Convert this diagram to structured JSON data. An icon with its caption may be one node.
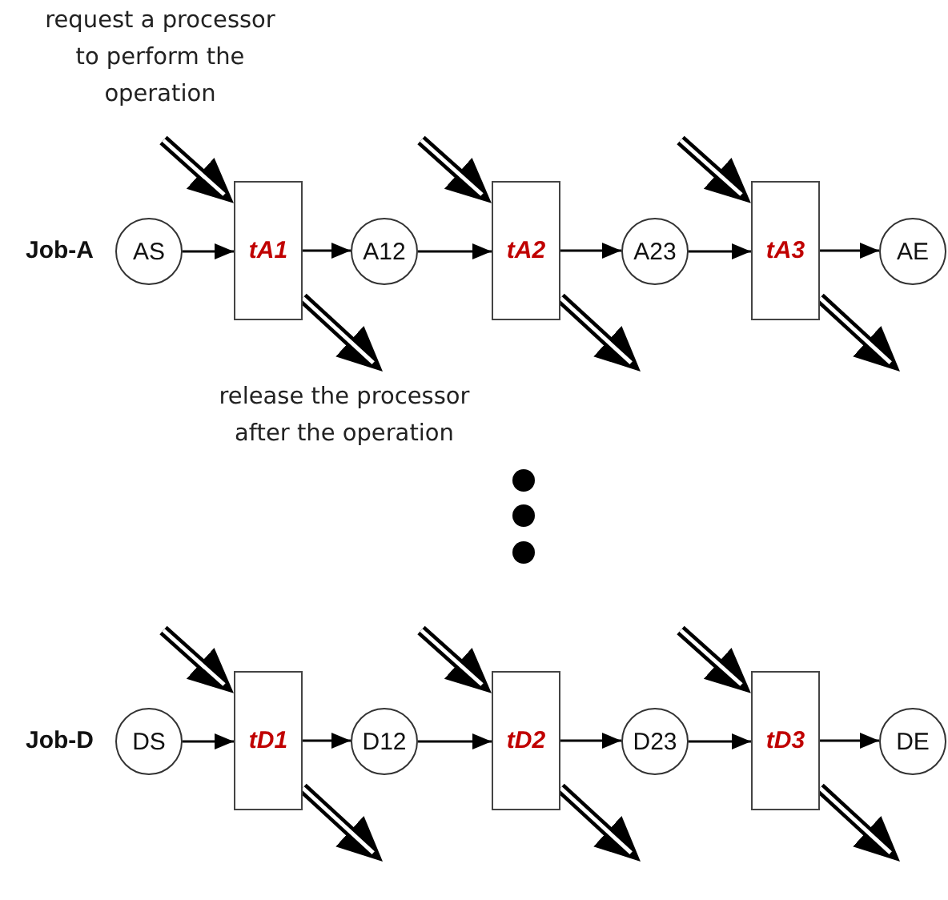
{
  "diagram": {
    "nodes": [
      {
        "text": [
          "request a processor to perform the operation"
        ]
      },
      {
        "text": [
          "AS"
        ]
      },
      {
        "text": [
          "tA1"
        ]
      },
      {
        "text": [
          "A12"
        ]
      },
      {
        "text": [
          "tA2"
        ]
      },
      {
        "text": [
          "A23"
        ]
      },
      {
        "text": [
          "tA3"
        ]
      },
      {
        "text": [
          "AE"
        ]
      },
      {
        "text": [
          "release the processor after the operation"
        ]
      },
      {
        "text": [
          "DS"
        ]
      },
      {
        "text": [
          "tD1"
        ]
      },
      {
        "text": [
          "D12"
        ]
      },
      {
        "text": [
          "tD2"
        ]
      },
      {
        "text": [
          "D23"
        ]
      },
      {
        "text": [
          "tD3"
        ]
      },
      {
        "text": [
          "DE"
        ]
      }
    ],
    "edges": [
      {
        "from": 1,
        "to": 2,
        "arrow": "to"
      },
      {
        "from": 2,
        "to": 3,
        "arrow": "to"
      },
      {
        "from": 3,
        "to": 4,
        "arrow": "to"
      },
      {
        "from": 4,
        "to": 5,
        "arrow": "to"
      },
      {
        "from": 5,
        "to": 6,
        "arrow": "to"
      },
      {
        "from": 6,
        "to": 7,
        "arrow": "to"
      },
      {
        "from": 0,
        "to": 2,
        "arrow": "to",
        "style": "thick"
      },
      {
        "from": 2,
        "to": 8,
        "arrow": "to",
        "style": "thick"
      },
      {
        "from": null,
        "to": 4,
        "arrow": "to",
        "style": "thick"
      },
      {
        "from": 4,
        "to": null,
        "arrow": "to",
        "style": "thick"
      },
      {
        "from": null,
        "to": 6,
        "arrow": "to",
        "style": "thick"
      },
      {
        "from": 6,
        "to": null,
        "arrow": "to",
        "style": "thick"
      },
      {
        "from": 9,
        "to": 10,
        "arrow": "to"
      },
      {
        "from": 10,
        "to": 11,
        "arrow": "to"
      },
      {
        "from": 11,
        "to": 12,
        "arrow": "to"
      },
      {
        "from": 12,
        "to": 13,
        "arrow": "to"
      },
      {
        "from": 13,
        "to": 14,
        "arrow": "to"
      },
      {
        "from": 14,
        "to": 15,
        "arrow": "to"
      },
      {
        "from": null,
        "to": 10,
        "arrow": "to",
        "style": "thick"
      },
      {
        "from": 10,
        "to": null,
        "arrow": "to",
        "style": "thick"
      },
      {
        "from": null,
        "to": 12,
        "arrow": "to",
        "style": "thick"
      },
      {
        "from": 12,
        "to": null,
        "arrow": "to",
        "style": "thick"
      },
      {
        "from": null,
        "to": 14,
        "arrow": "to",
        "style": "thick"
      },
      {
        "from": 14,
        "to": null,
        "arrow": "to",
        "style": "thick"
      }
    ],
    "labels": [
      "Job-A",
      "Job-D"
    ]
  }
}
